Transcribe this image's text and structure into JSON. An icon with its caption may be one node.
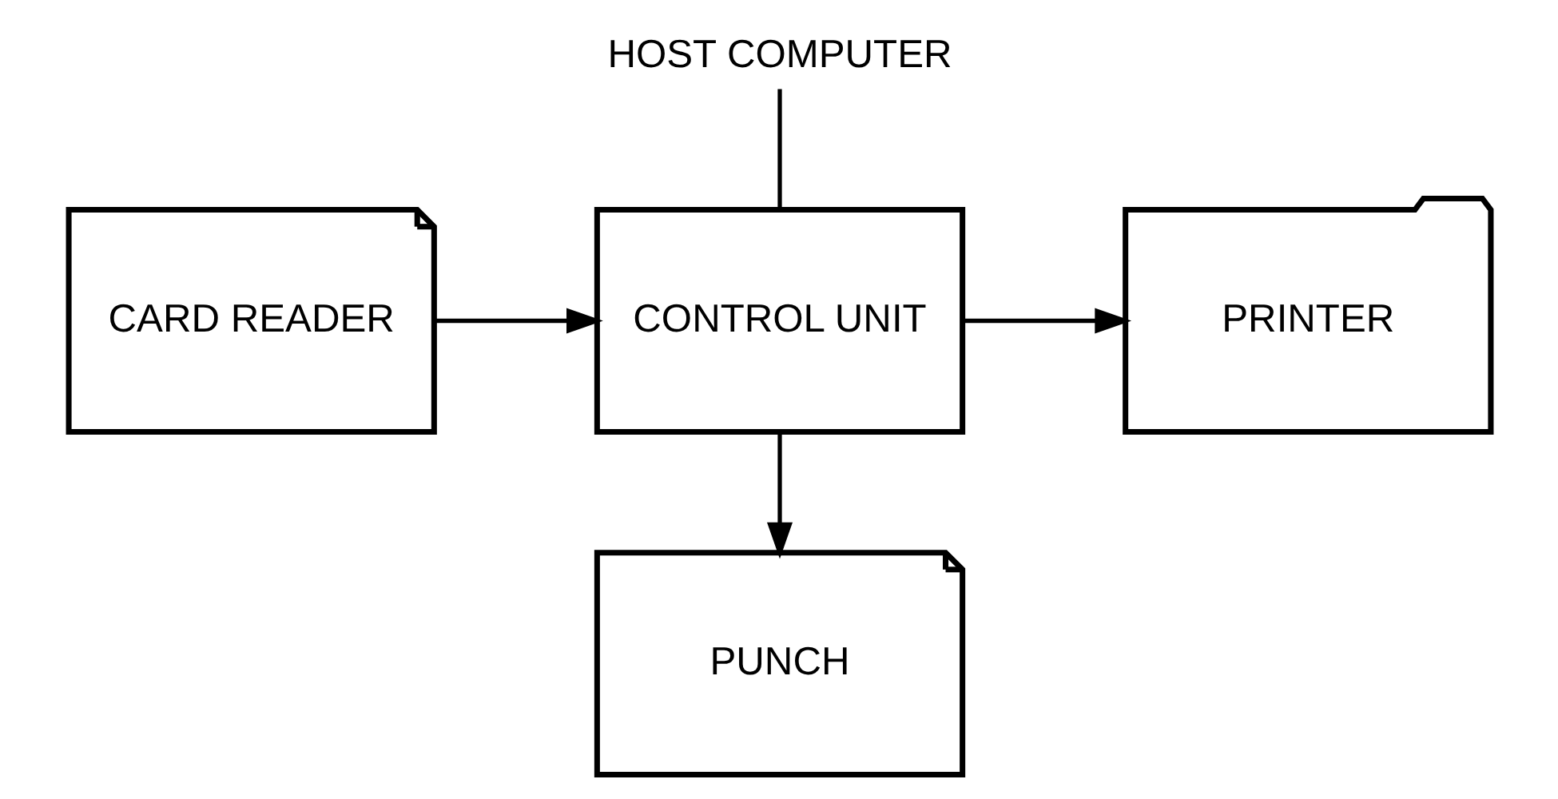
{
  "diagram": {
    "nodes": [
      {
        "text": [
          "CARD READER"
        ]
      },
      {
        "text": [
          "CONTROL UNIT"
        ]
      },
      {
        "text": [
          "PRINTER"
        ]
      },
      {
        "text": [
          "PUNCH"
        ]
      },
      {
        "text": [
          "HOST COMPUTER"
        ]
      }
    ],
    "edges": [
      {
        "from": 0,
        "to": 1,
        "arrow": "to"
      },
      {
        "from": 1,
        "to": 2,
        "arrow": "to"
      },
      {
        "from": 1,
        "to": 3,
        "arrow": "to"
      },
      {
        "from": 4,
        "to": 1,
        "arrow": "none"
      }
    ]
  }
}
